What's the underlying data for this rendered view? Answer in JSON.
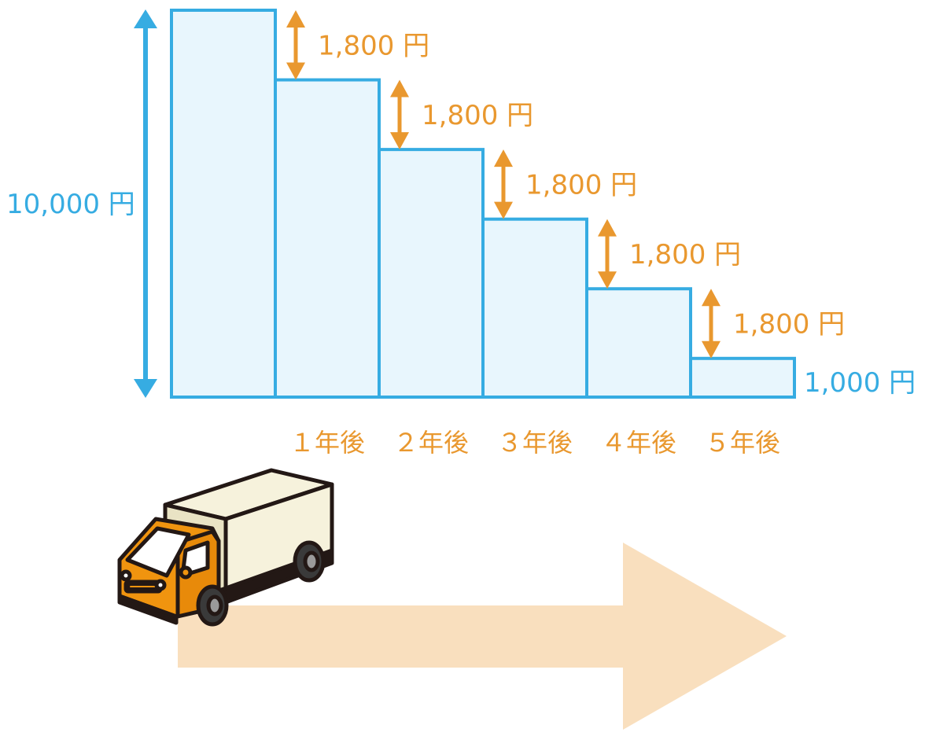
{
  "chart_data": {
    "type": "bar",
    "categories": [
      "",
      "１年後",
      "２年後",
      "３年後",
      "４年後",
      "５年後"
    ],
    "values": [
      10000,
      8200,
      6400,
      4600,
      2800,
      1000
    ],
    "ylim": [
      0,
      10000
    ],
    "grid": false,
    "start_label": "10,000 円",
    "end_label": "1,000 円",
    "step_labels": [
      "1,800 円",
      "1,800 円",
      "1,800 円",
      "1,800 円",
      "1,800 円"
    ]
  },
  "colors": {
    "bar_fill": "#e8f6fd",
    "bar_stroke": "#36ace2",
    "accent_blue": "#36ace2",
    "accent_orange": "#e9982f",
    "arrow_band": "#f9dfbe",
    "truck_cab": "#f0940f",
    "truck_cargo": "#f6f2dc"
  },
  "illustration": {
    "icon": "delivery-truck-icon",
    "arrow": "right-arrow-icon"
  }
}
